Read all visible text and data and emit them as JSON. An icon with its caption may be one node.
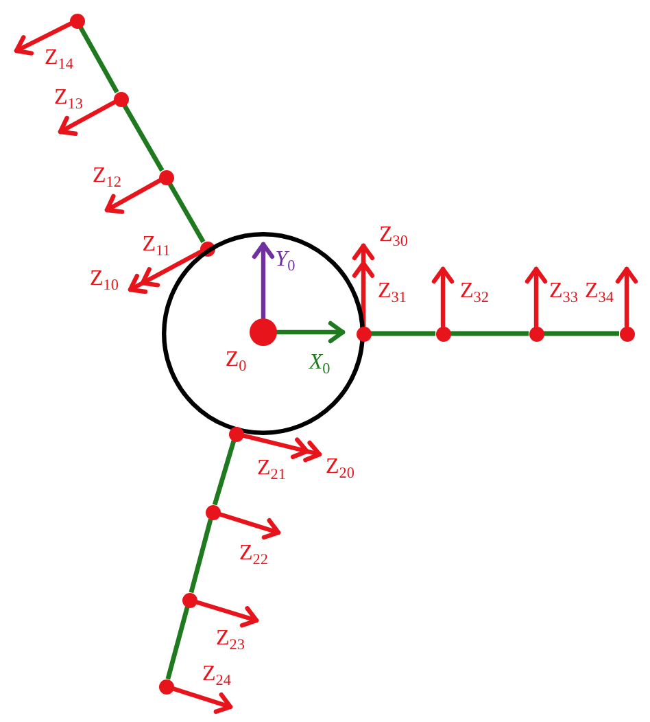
{
  "diagram": {
    "nodes": [
      {
        "text": [],
        "shape": "circle",
        "beside": [
          "Z$_{14}$"
        ]
      },
      {
        "text": [],
        "shape": "circle",
        "beside": [
          "Z$_{13}$"
        ]
      },
      {
        "text": [],
        "shape": "circle",
        "beside": [
          "Z$_{12}$"
        ]
      },
      {
        "text": [],
        "shape": "circle",
        "beside": [
          "Z$_{11}$",
          "Z$_{10}$"
        ]
      },
      {
        "text": [],
        "shape": "circle"
      },
      {
        "text": [],
        "shape": "circle",
        "in": 4,
        "beside": [
          "*Y*$_{0}$",
          "Z$_{0}$",
          "*X*$_{0}$"
        ]
      },
      {
        "text": [],
        "shape": "circle",
        "beside": [
          "Z$_{30}$",
          "Z$_{31}$"
        ]
      },
      {
        "text": [],
        "shape": "circle",
        "beside": [
          "Z$_{32}$"
        ]
      },
      {
        "text": [],
        "shape": "circle",
        "beside": [
          "Z$_{33}$"
        ]
      },
      {
        "text": [],
        "shape": "circle",
        "beside": [
          "Z$_{34}$"
        ]
      },
      {
        "text": [],
        "shape": "circle",
        "beside": [
          "Z$_{21}$",
          "Z$_{20}$"
        ]
      },
      {
        "text": [],
        "shape": "circle",
        "beside": [
          "Z$_{22}$"
        ]
      },
      {
        "text": [],
        "shape": "circle",
        "beside": [
          "Z$_{23}$"
        ]
      },
      {
        "text": [],
        "shape": "circle",
        "beside": [
          "Z$_{24}$"
        ]
      }
    ],
    "edges": [
      {
        "from": 3,
        "to": 2,
        "arrow": "none"
      },
      {
        "from": 2,
        "to": 1,
        "arrow": "none"
      },
      {
        "from": 1,
        "to": 0,
        "arrow": "none"
      },
      {
        "from": 6,
        "to": 7,
        "arrow": "none"
      },
      {
        "from": 7,
        "to": 8,
        "arrow": "none"
      },
      {
        "from": 8,
        "to": 9,
        "arrow": "none"
      },
      {
        "from": 10,
        "to": 11,
        "arrow": "none"
      },
      {
        "from": 11,
        "to": 12,
        "arrow": "none"
      },
      {
        "from": 12,
        "to": 13,
        "arrow": "none"
      }
    ]
  }
}
